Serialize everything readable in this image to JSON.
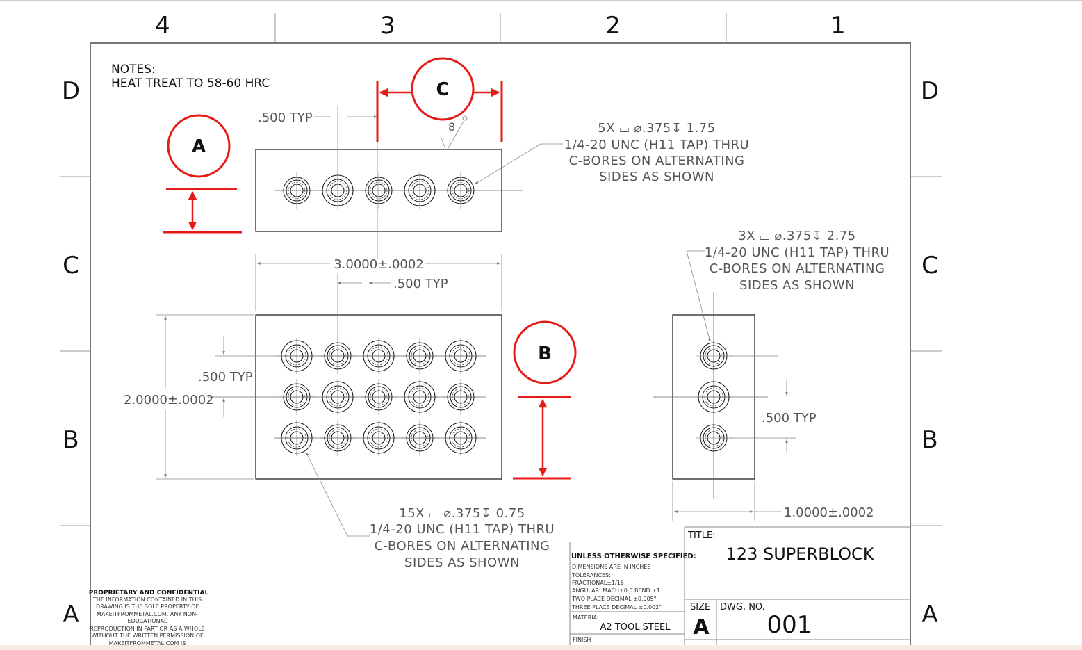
{
  "zones": {
    "columns": [
      "4",
      "3",
      "2",
      "1"
    ],
    "rows": [
      "D",
      "C",
      "B",
      "A"
    ]
  },
  "notes": {
    "heading": "NOTES:",
    "line1": "HEAT TREAT TO 58-60 HRC"
  },
  "annotations": {
    "a": "A",
    "b": "B",
    "c": "C"
  },
  "top_view": {
    "dim_typ": ".500 TYP",
    "angle": "8",
    "callout": {
      "line1": "5X ⌴ ⌀.375↧ 1.75",
      "line2": "1/4-20 UNC (H11 TAP) THRU",
      "line3": "C-BORES ON ALTERNATING",
      "line4": "SIDES AS SHOWN"
    }
  },
  "front_view": {
    "dim_width": "3.0000±.0002",
    "dim_typ_h": ".500 TYP",
    "dim_typ_v": ".500 TYP",
    "dim_height": "2.0000±.0002",
    "callout": {
      "line1": "15X ⌴ ⌀.375↧ 0.75",
      "line2": "1/4-20 UNC (H11 TAP) THRU",
      "line3": "C-BORES ON ALTERNATING",
      "line4": "SIDES AS SHOWN"
    }
  },
  "side_view": {
    "dim_typ": ".500 TYP",
    "dim_width": "1.0000±.0002",
    "callout": {
      "line1": "3X ⌴ ⌀.375↧ 2.75",
      "line2": "1/4-20 UNC (H11 TAP) THRU",
      "line3": "C-BORES ON ALTERNATING",
      "line4": "SIDES AS SHOWN"
    }
  },
  "proprietary": {
    "heading": "PROPRIETARY AND CONFIDENTIAL",
    "lines": [
      "THE INFORMATION CONTAINED IN THIS",
      "DRAWING IS THE SOLE PROPERTY OF",
      "MAKEITFROMMETAL.COM. ANY NON-",
      "EDUCATIONAL",
      "REPRODUCTION IN PART OR AS A WHOLE",
      "WITHOUT THE WRITTEN PERMISSION OF",
      "MAKEITFROMMETAL.COM IS"
    ]
  },
  "tolerances": {
    "heading": "UNLESS OTHERWISE SPECIFIED:",
    "lines": [
      "DIMENSIONS ARE IN INCHES",
      "TOLERANCES:",
      "FRACTIONAL±1/16",
      "ANGULAR: MACH±0.5    BEND ±1",
      "TWO PLACE DECIMAL    ±0.005\"",
      "THREE PLACE DECIMAL   ±0.002\""
    ],
    "material_label": "MATERIAL",
    "material": "A2 TOOL STEEL",
    "finish_label": "FINISH"
  },
  "title_block": {
    "title_label": "TITLE:",
    "title": "123 SUPERBLOCK",
    "size_label": "SIZE",
    "size": "A",
    "dwg_label": "DWG.  NO.",
    "dwg_no": "001"
  }
}
